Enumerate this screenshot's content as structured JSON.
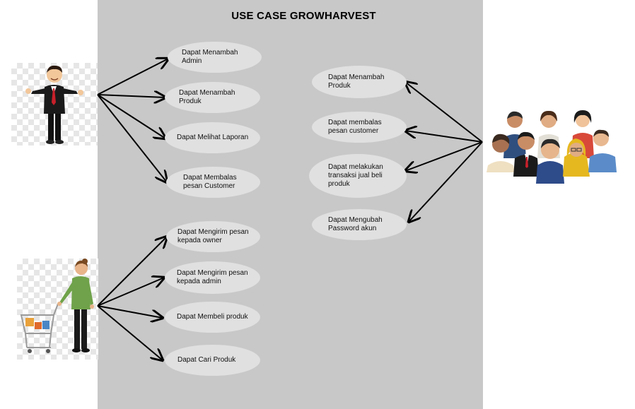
{
  "diagram": {
    "title": "USE CASE GROWHARVEST",
    "use_cases": {
      "admin_add": "Dapat Menambah\nAdmin",
      "add_product_owner": "Dapat Menambah\nProduk",
      "view_report": "Dapat Melihat Laporan",
      "reply_customer_owner": "Dapat Membalas\npesan Customer",
      "send_to_owner": "Dapat Mengirim pesan\nkepada owner",
      "send_to_admin": "Dapat Mengirim pesan\nkepada admin",
      "buy_product": "Dapat Membeli produk",
      "search_product": "Dapat Cari Produk",
      "add_product_admin": "Dapat Menambah\nProduk",
      "reply_customer_admin": "Dapat membalas\npesan customer",
      "transaction": "Dapat melakukan\ntransaksi jual beli\nproduk",
      "change_password": "Dapat Mengubah\nPassword akun"
    }
  }
}
